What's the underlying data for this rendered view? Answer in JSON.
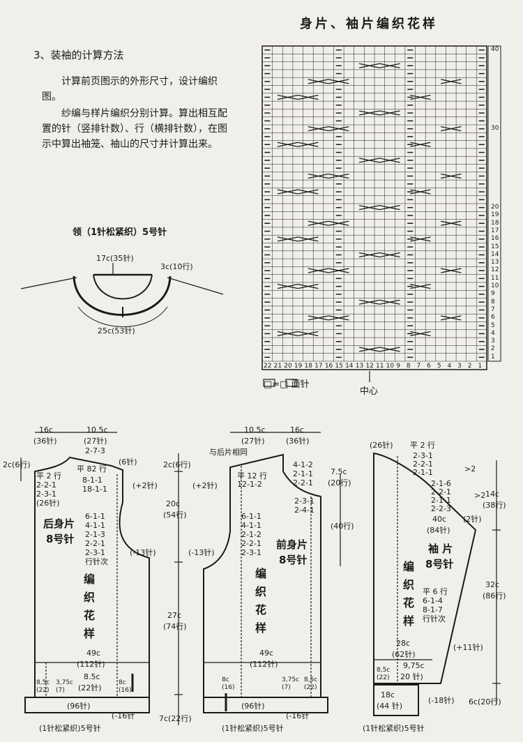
{
  "header": {
    "title": "身片、袖片编织花样"
  },
  "section": {
    "heading": "3、装袖的计算方法",
    "p1": "计算前页图示的外形尺寸，设计编织图。",
    "p2": "纱编与样片编织分别计算。算出相互配置的针（竖排针数）、行（横排针数），在图示中算出袖笼、袖山的尺寸并计算出来。"
  },
  "collar": {
    "title": "领（1针松紧织）5号针",
    "width_label": "17c(35针)",
    "depth_label": "3c(10行)",
    "circ_label": "25c(53针)"
  },
  "chart": {
    "right_rows": [
      "40",
      "30",
      "20",
      "19",
      "18",
      "17",
      "16",
      "15",
      "14",
      "13",
      "12",
      "11",
      "10",
      "9",
      "8",
      "7",
      "6",
      "5",
      "4",
      "3",
      "2",
      "1"
    ],
    "bottom_cols": [
      "22",
      "21",
      "20",
      "19",
      "18",
      "17",
      "16",
      "15",
      "14",
      "13",
      "12",
      "11",
      "10",
      "9",
      "8",
      "7",
      "6",
      "5",
      "4",
      "3",
      "2",
      "1"
    ],
    "legend": "□=□ 面针",
    "center": "中心"
  },
  "back": {
    "name1": "后身片",
    "name2": "8号针",
    "top_w": "16c",
    "top_w2": "(36针)",
    "sh_w": "10.5c",
    "sh_w2": "(27针)",
    "sh_seq": "2-7-3",
    "left_top": "2c(6行)",
    "right_6": "(6针)",
    "neck": "平 82 行",
    "seq_a": [
      "平 2 行",
      "2-2-1",
      "2-3-1",
      "(26针)"
    ],
    "seq_b": [
      "8-1-1",
      "18-1-1"
    ],
    "plus2": "(+2针)",
    "minus13": "(-13针)",
    "seq_c": [
      "6-1-1",
      "4-1-1",
      "2-1-3",
      "2-2-1",
      "2-3-1",
      "行针次"
    ],
    "pattern": [
      "编",
      "织",
      "花",
      "样"
    ],
    "bottom": [
      "49c",
      "(112针)",
      "8.5c",
      "(22针)"
    ],
    "small": [
      "8,5c",
      "(22)",
      "3,75c",
      "(7)",
      "8c",
      "(16)"
    ],
    "rib_w": "(96针)",
    "rib_dec": "(-16针",
    "rib": "(1针松紧织)5号针"
  },
  "middle_dims": {
    "a": "2c(6行)",
    "b": "20c",
    "c": "(54行)",
    "d": "27c",
    "e": "(74行)",
    "f": "7c(22行)"
  },
  "front": {
    "name1": "前身片",
    "name2": "8号针",
    "sh_w": "10.5c",
    "sh_w2": "(27针)",
    "top_w": "16c",
    "top_w2": "(36针)",
    "same": "与后片相同",
    "neck": "平 12 行",
    "neck2": "12-1-2",
    "plus2": "(+2针)",
    "minus13": "(-13针)",
    "seq_r": [
      "4-1-2",
      "2-1-1",
      "2-2-1"
    ],
    "seq_r2": [
      "2-3-1",
      "2-4-1"
    ],
    "seq_l": [
      "6-1-1",
      "4-1-1",
      "2-1-2",
      "2-2-1",
      "2-3-1"
    ],
    "depth": "7.5c",
    "depth2": "(20行)",
    "rows40": "(40行)",
    "pattern": [
      "编",
      "织",
      "花",
      "样"
    ],
    "bottom": [
      "49c",
      "(112针)"
    ],
    "small": [
      "8c",
      "(16)",
      "3,75c",
      "(7)",
      "8,5c",
      "(22)"
    ],
    "rib_w": "(96针)",
    "rib_dec": "(-16针",
    "rib": "(1针松紧织)5号针"
  },
  "sleeve": {
    "top": "(26针)",
    "flat": "平 2 行",
    "seq": [
      "2-3-1",
      "2-2-1",
      "2-1-1",
      "2-1-6",
      "2-2-1",
      "2-1-1",
      "2-2-3"
    ],
    "gt2a": ">2",
    "gt2b": ">2",
    "name1": "袖 片",
    "name2": "8号针",
    "w": "40c",
    "w2": "(84针)",
    "plus2": "(2针)",
    "pattern": [
      "编",
      "织",
      "花",
      "样"
    ],
    "inc": [
      "平 6 行",
      "6-1-4",
      "8-1-7",
      "行针次"
    ],
    "right_h": "14c",
    "right_h2": "(38行)",
    "len": "32c",
    "len2": "(86行)",
    "plus11": "(+11针)",
    "b1": "28c",
    "b2": "(62针)",
    "b3": "9,75c",
    "b4": "20 针)",
    "b5": "8,5c",
    "b6": "(22)",
    "cuff": "18c",
    "cuff2": "(44 针)",
    "dec": "(-18针)",
    "cuffh": "6c(20行)",
    "rib": "(1针松紧织)5号针"
  }
}
